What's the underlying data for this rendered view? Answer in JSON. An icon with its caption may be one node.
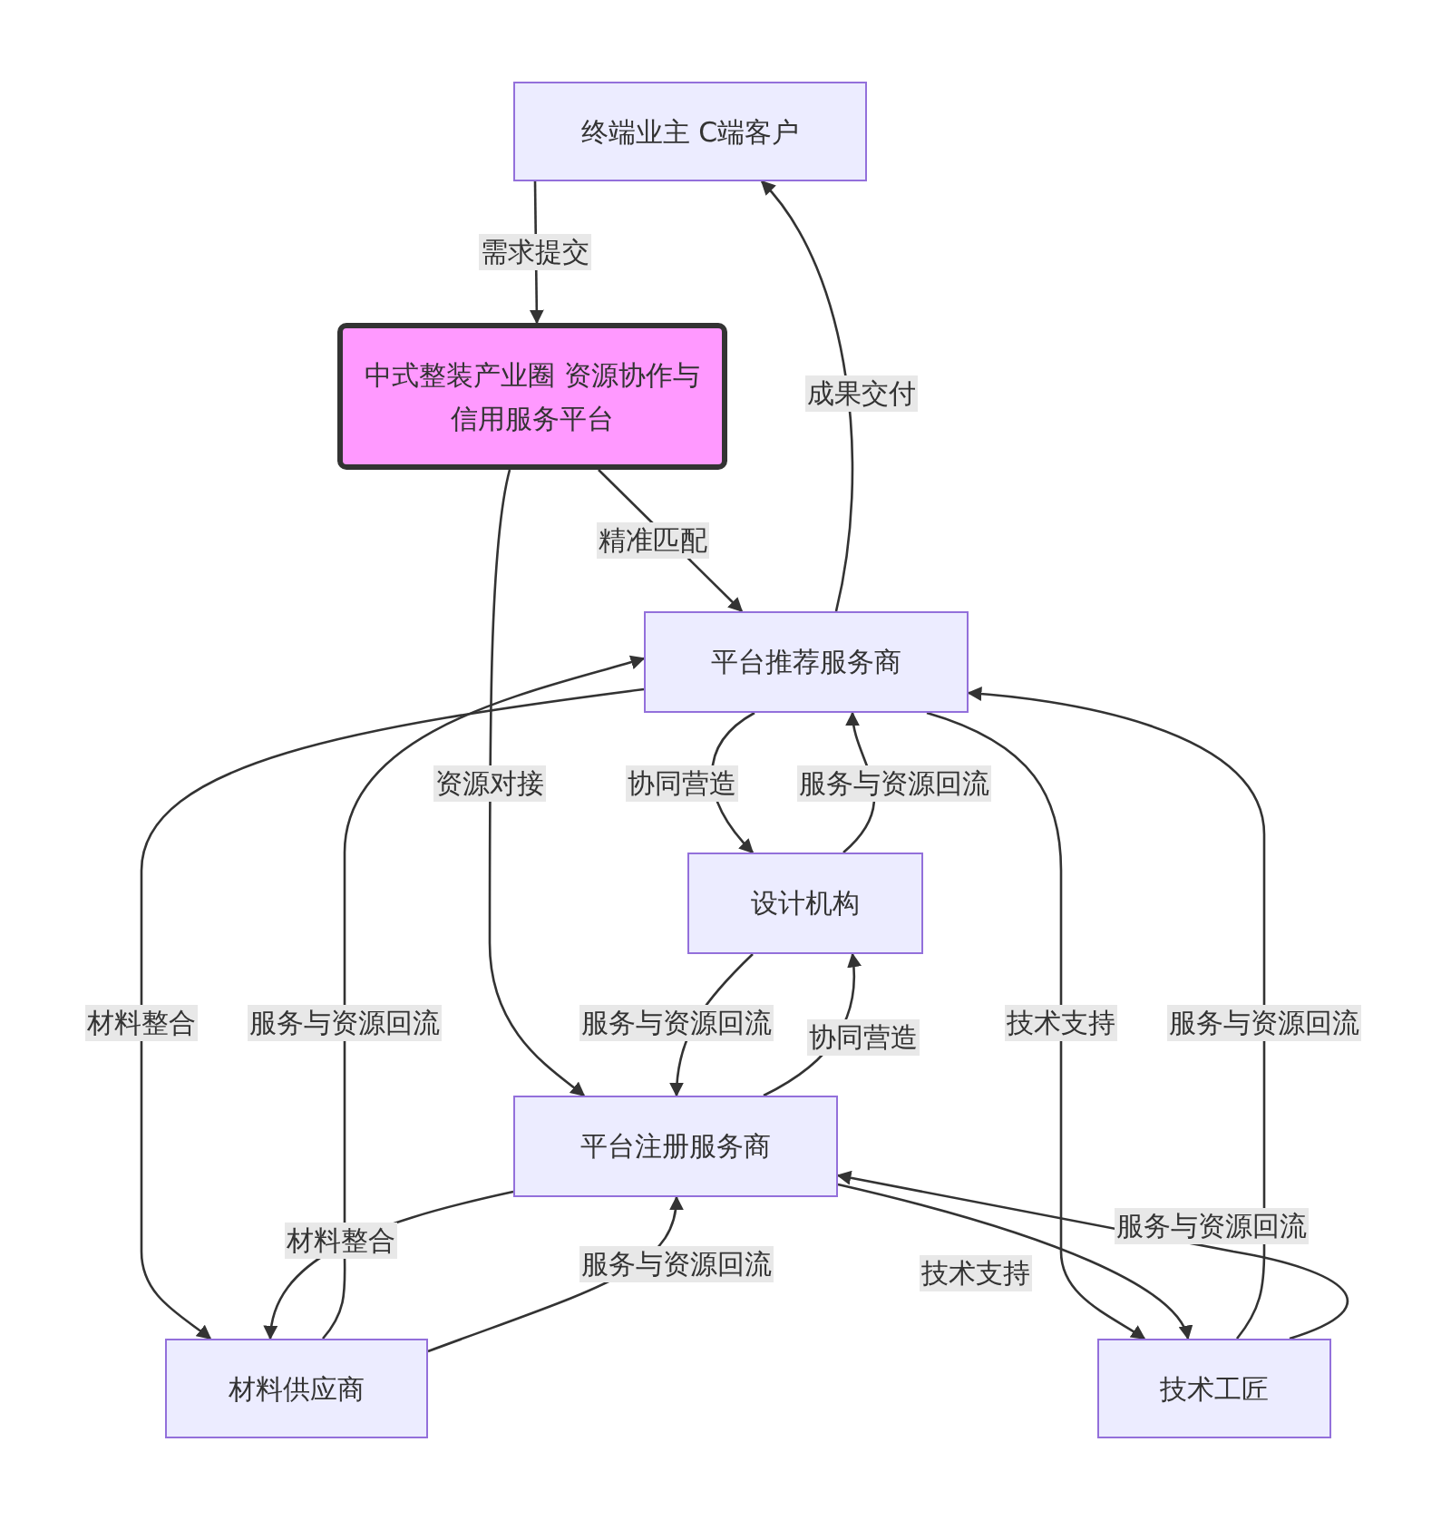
{
  "diagram": {
    "nodes": [
      {
        "text": [
          "终端业主 C端客户"
        ]
      },
      {
        "text": [
          "中式整装产业圈 资源协作与信用服务平台"
        ]
      },
      {
        "text": [
          "平台推荐服务商"
        ]
      },
      {
        "text": [
          "设计机构"
        ]
      },
      {
        "text": [
          "平台注册服务商"
        ]
      },
      {
        "text": [
          "材料供应商"
        ]
      },
      {
        "text": [
          "技术工匠"
        ]
      }
    ],
    "edges": [
      {
        "from": 0,
        "to": 1,
        "arrow": "to",
        "label": "需求提交"
      },
      {
        "from": 1,
        "to": 2,
        "arrow": "to",
        "label": "精准匹配"
      },
      {
        "from": 2,
        "to": 0,
        "arrow": "to",
        "label": "成果交付"
      },
      {
        "from": 1,
        "to": 4,
        "arrow": "to",
        "label": "资源对接"
      },
      {
        "from": 2,
        "to": 3,
        "arrow": "to",
        "label": "协同营造"
      },
      {
        "from": 3,
        "to": 2,
        "arrow": "to",
        "label": "服务与资源回流"
      },
      {
        "from": 2,
        "to": 5,
        "arrow": "to",
        "label": "材料整合"
      },
      {
        "from": 5,
        "to": 2,
        "arrow": "to",
        "label": "服务与资源回流"
      },
      {
        "from": 2,
        "to": 6,
        "arrow": "to",
        "label": "技术支持"
      },
      {
        "from": 6,
        "to": 2,
        "arrow": "to",
        "label": "服务与资源回流"
      },
      {
        "from": 3,
        "to": 4,
        "arrow": "to",
        "label": "服务与资源回流"
      },
      {
        "from": 4,
        "to": 3,
        "arrow": "to",
        "label": "协同营造"
      },
      {
        "from": 4,
        "to": 5,
        "arrow": "to",
        "label": "材料整合"
      },
      {
        "from": 5,
        "to": 4,
        "arrow": "to",
        "label": "服务与资源回流"
      },
      {
        "from": 4,
        "to": 6,
        "arrow": "to",
        "label": "技术支持"
      },
      {
        "from": 6,
        "to": 4,
        "arrow": "to",
        "label": "服务与资源回流"
      }
    ]
  }
}
